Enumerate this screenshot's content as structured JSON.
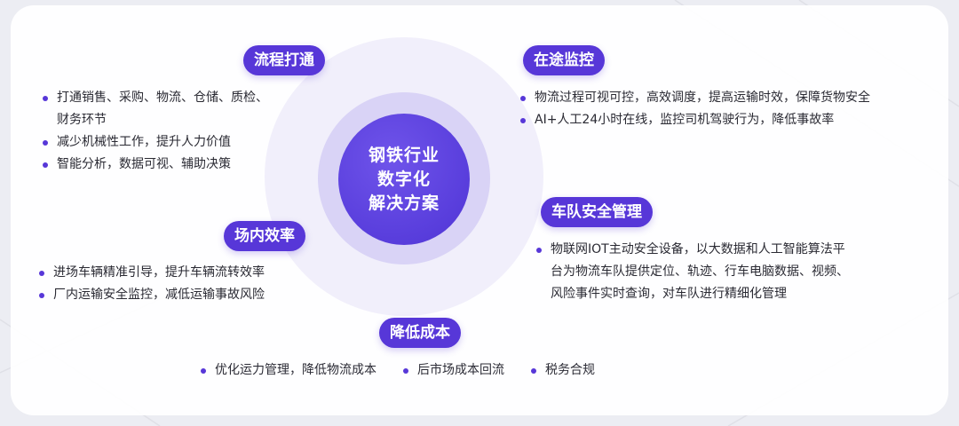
{
  "center": {
    "line1": "钢铁行业",
    "line2": "数字化",
    "line3": "解决方案"
  },
  "sections": {
    "process": {
      "title": "流程打通",
      "items": [
        "打通销售、采购、物流、仓储、质检、",
        "财务环节",
        "减少机械性工作，提升人力价值",
        "智能分析，数据可视、辅助决策"
      ]
    },
    "monitoring": {
      "title": "在途监控",
      "items": [
        "物流过程可视可控，高效调度，提高运输时效，保障货物安全",
        "AI+人工24小时在线，监控司机驾驶行为，降低事故率"
      ]
    },
    "fleet": {
      "title": "车队安全管理",
      "items": [
        "物联网IOT主动安全设备，以大数据和人工智能算法平",
        "台为物流车队提供定位、轨迹、行车电脑数据、视频、",
        "风险事件实时查询，对车队进行精细化管理"
      ]
    },
    "efficiency": {
      "title": "场内效率",
      "items": [
        "进场车辆精准引导，提升车辆流转效率",
        "厂内运输安全监控，减低运输事故风险"
      ]
    },
    "cost": {
      "title": "降低成本",
      "items": [
        "优化运力管理，降低物流成本",
        "后市场成本回流",
        "税务合规"
      ]
    }
  },
  "colors": {
    "accent": "#5737d8",
    "center_fill": "#5a3fdd",
    "ring_mid": "#d9d3f6",
    "ring_outer": "#f1effb"
  }
}
